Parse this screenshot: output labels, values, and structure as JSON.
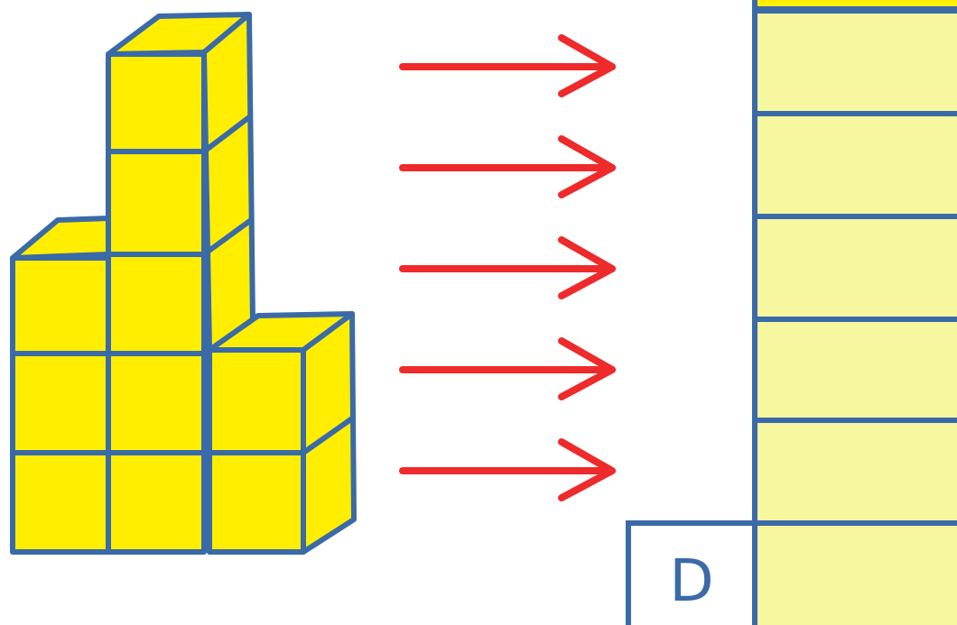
{
  "figure": {
    "option_label": "D",
    "arrow_count": 5,
    "view_rows": 6,
    "cube_structure": {
      "bottom_layer_cubes": 3,
      "middle_layer_cubes": 3,
      "upper_layer_cubes": 2,
      "tower_top_cubes": 1
    }
  },
  "colors": {
    "cube_fill": "#ffee00",
    "cube_edge": "#3a6aa8",
    "arrow": "#ee2a2a",
    "view_fill": "#f7f7a0",
    "view_edge": "#3a6aa8",
    "label_text": "#3a6aa8",
    "label_box_fill": "#ffffff"
  }
}
